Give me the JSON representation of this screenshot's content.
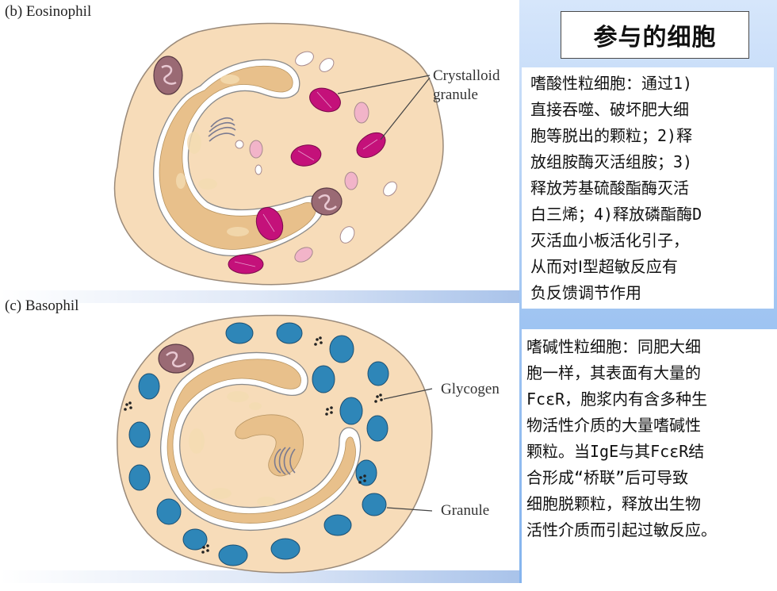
{
  "panel_b_label": "(b) Eosinophil",
  "panel_c_label": "(c) Basophil",
  "eosinophil_callout": [
    "Crystalloid",
    "granule"
  ],
  "basophil_callouts": {
    "glycogen": "Glycogen",
    "granule": "Granule"
  },
  "title": "参与的细胞",
  "eosinophil_text": [
    "嗜酸性粒细胞：通过1)",
    "直接吞噬、破坏肥大细",
    "胞等脱出的颗粒；2)释",
    "放组胺酶灭活组胺；3)",
    "释放芳基硫酸酯酶灭活",
    "白三烯；4)释放磷酯酶D",
    "灭活血小板活化引子，",
    "从而对Ⅰ型超敏反应有",
    "负反馈调节作用"
  ],
  "basophil_text": [
    "嗜碱性粒细胞：同肥大细",
    "胞一样，其表面有大量的",
    "FcεR，胞浆内有含多种生",
    "物活性介质的大量嗜碱性",
    "颗粒。当IgE与其FcεR结",
    "合形成“桥联”后可导致",
    "细胞脱颗粒，释放出生物",
    "活性介质而引起过敏反应。"
  ],
  "colors": {
    "cytoplasm": "#f7dcb9",
    "nucleus": "#e8c08b",
    "crystalloid_granule": "#c4117a",
    "eos_granule_light": "#f2b4c9",
    "basophil_granule": "#2e86b8",
    "mitochondrion": "#9a6a74",
    "panel": "#9fc4f2"
  }
}
